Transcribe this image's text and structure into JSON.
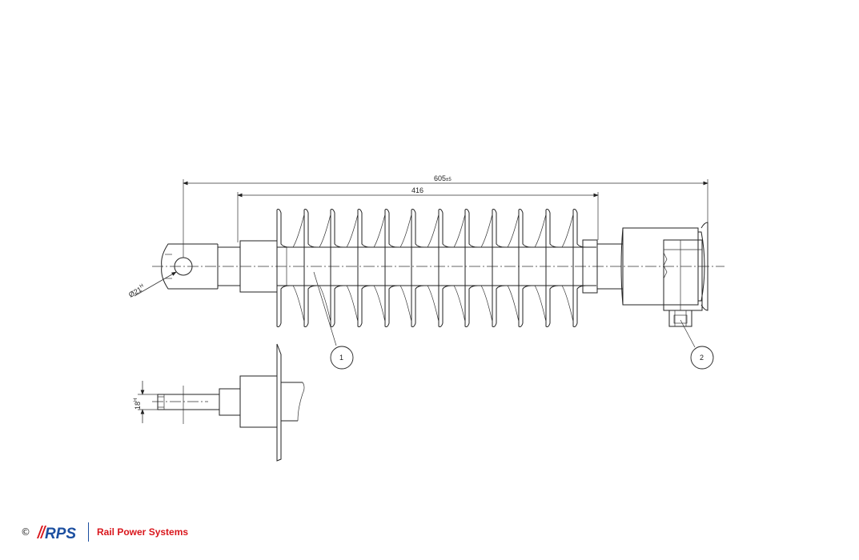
{
  "drawing": {
    "dimensions": {
      "overall_length": "605",
      "overall_tolerance": "±5",
      "shed_length": "416",
      "eye_diameter": "Ø21",
      "eye_diameter_tolerance": "H",
      "stud_diameter": "18",
      "stud_tolerance": "H"
    },
    "balloons": [
      {
        "label": "1"
      },
      {
        "label": "2"
      }
    ]
  },
  "footer": {
    "copyright": "©",
    "logo_text": "RPS",
    "company_name": "Rail Power Systems",
    "brand_blue": "#1c4fa0",
    "brand_red": "#d9161c"
  }
}
